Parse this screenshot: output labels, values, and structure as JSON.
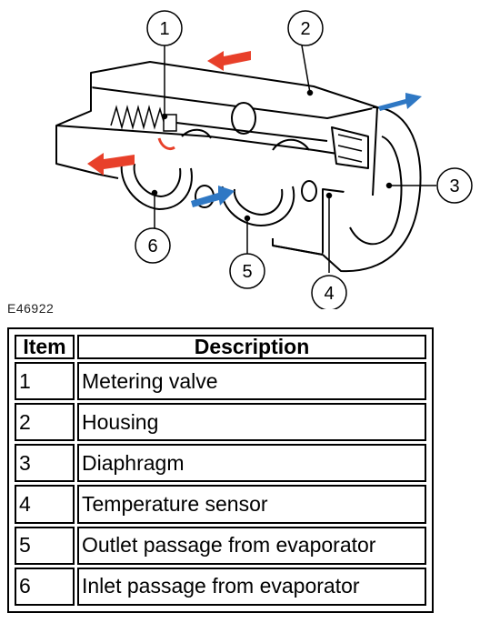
{
  "figure_code": "E46922",
  "callouts": [
    {
      "number": "1"
    },
    {
      "number": "2"
    },
    {
      "number": "3"
    },
    {
      "number": "4"
    },
    {
      "number": "5"
    },
    {
      "number": "6"
    }
  ],
  "table": {
    "headers": {
      "item": "Item",
      "description": "Description"
    },
    "rows": [
      {
        "item": "1",
        "description": "Metering valve"
      },
      {
        "item": "2",
        "description": "Housing"
      },
      {
        "item": "3",
        "description": "Diaphragm"
      },
      {
        "item": "4",
        "description": "Temperature sensor"
      },
      {
        "item": "5",
        "description": "Outlet passage from evaporator"
      },
      {
        "item": "6",
        "description": "Inlet passage from evaporator"
      }
    ]
  },
  "colors": {
    "hot_arrow": "#e8402a",
    "cool_arrow": "#2f78c4"
  }
}
